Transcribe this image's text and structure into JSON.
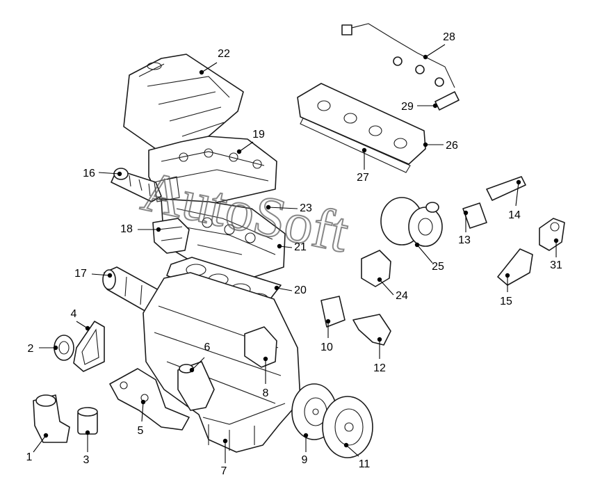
{
  "callouts": [
    {
      "id": "1",
      "label": "1"
    },
    {
      "id": "2",
      "label": "2"
    },
    {
      "id": "3",
      "label": "3"
    },
    {
      "id": "4",
      "label": "4"
    },
    {
      "id": "5",
      "label": "5"
    },
    {
      "id": "6",
      "label": "6"
    },
    {
      "id": "7",
      "label": "7"
    },
    {
      "id": "8",
      "label": "8"
    },
    {
      "id": "9",
      "label": "9"
    },
    {
      "id": "10",
      "label": "10"
    },
    {
      "id": "11",
      "label": "11"
    },
    {
      "id": "12",
      "label": "12"
    },
    {
      "id": "13",
      "label": "13"
    },
    {
      "id": "14",
      "label": "14"
    },
    {
      "id": "15",
      "label": "15"
    },
    {
      "id": "16",
      "label": "16"
    },
    {
      "id": "17",
      "label": "17"
    },
    {
      "id": "18",
      "label": "18"
    },
    {
      "id": "19",
      "label": "19"
    },
    {
      "id": "20",
      "label": "20"
    },
    {
      "id": "21",
      "label": "21"
    },
    {
      "id": "22",
      "label": "22"
    },
    {
      "id": "23",
      "label": "23"
    },
    {
      "id": "24",
      "label": "24"
    },
    {
      "id": "25",
      "label": "25"
    },
    {
      "id": "26",
      "label": "26"
    },
    {
      "id": "27",
      "label": "27"
    },
    {
      "id": "28",
      "label": "28"
    },
    {
      "id": "29",
      "label": "29"
    },
    {
      "id": "31",
      "label": "31"
    }
  ],
  "watermark": "AutoSoft"
}
